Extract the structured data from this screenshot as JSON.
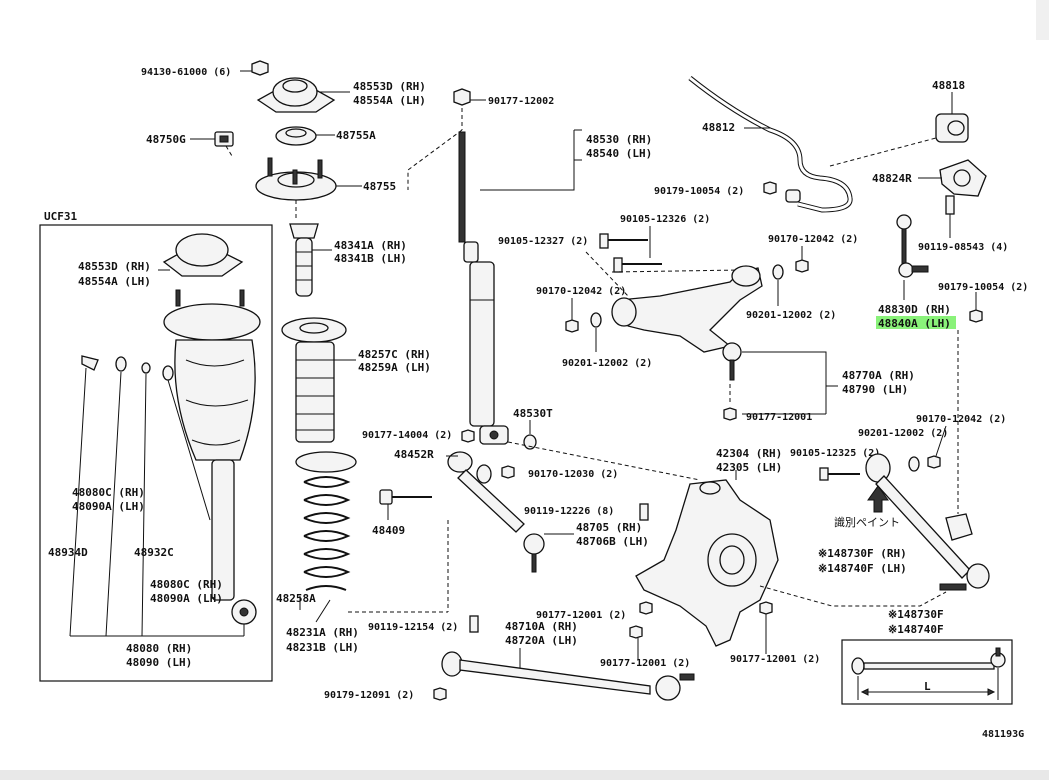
{
  "diagram_code": "481193G",
  "ucf_label": "UCF31",
  "note_jp": "識別ペイント",
  "highlight_color": "#8af27a",
  "labels": {
    "p94130": "94130-61000 (6)",
    "p48553d_top": "48553D (RH)",
    "p48554a_top": "48554A (LH)",
    "p48750g": "48750G",
    "p48755a": "48755A",
    "p48755": "48755",
    "p48341a": "48341A (RH)",
    "p48341b": "48341B (LH)",
    "p48257c": "48257C (RH)",
    "p48259a": "48259A (LH)",
    "p90177_14004": "90177-14004 (2)",
    "p48452r": "48452R",
    "p48409": "48409",
    "p48258a": "48258A",
    "p48231a": "48231A (RH)",
    "p48231b": "48231B (LH)",
    "p90119_12154": "90119-12154 (2)",
    "p90179_12091": "90179-12091 (2)",
    "p48553d_ucf": "48553D (RH)",
    "p48554a_ucf": "48554A (LH)",
    "p48080c_1": "48080C (RH)",
    "p48090a_1": "48090A (LH)",
    "p48934d": "48934D",
    "p48932c": "48932C",
    "p48080c_2": "48080C (RH)",
    "p48090a_2": "48090A (LH)",
    "p48080": "48080 (RH)",
    "p48090": "48090 (LH)",
    "p90177_12002_top": "90177-12002",
    "p48530": "48530 (RH)",
    "p48540": "48540 (LH)",
    "p90105_12327": "90105-12327 (2)",
    "p90105_12326": "90105-12326 (2)",
    "p90170_12042_a": "90170-12042 (2)",
    "p90201_12002_a": "90201-12002 (2)",
    "p48530t": "48530T",
    "p90170_12030": "90170-12030 (2)",
    "p90119_12226": "90119-12226 (8)",
    "p48705": "48705 (RH)",
    "p48706b": "48706B (LH)",
    "p90177_12001_a": "90177-12001 (2)",
    "p48710a": "48710A (RH)",
    "p48720a": "48720A (LH)",
    "p90177_12001_b": "90177-12001 (2)",
    "p90177_12001_c": "90177-12001 (2)",
    "p48812": "48812",
    "p48818": "48818",
    "p48824r": "48824R",
    "p90179_10054_a": "90179-10054 (2)",
    "p90119_08543": "90119-08543 (4)",
    "p90170_12042_b": "90170-12042 (2)",
    "p90179_10054_b": "90179-10054 (2)",
    "p48830d": "48830D (RH)",
    "p48840a": "48840A (LH)",
    "p90201_12002_b": "90201-12002 (2)",
    "p48770a": "48770A (RH)",
    "p48790": "48790  (LH)",
    "p90177_12001_d": "90177-12001",
    "p90170_12042_c": "90170-12042 (2)",
    "p90201_12002_c": "90201-12002 (2)",
    "p42304": "42304 (RH)",
    "p42305": "42305 (LH)",
    "p90105_12325": "90105-12325 (2)",
    "p148730f": "※148730F (RH)",
    "p148740f": "※148740F (LH)",
    "p148730f_b": "※148730F",
    "p148740f_b": "※148740F",
    "dim_l": "L"
  }
}
